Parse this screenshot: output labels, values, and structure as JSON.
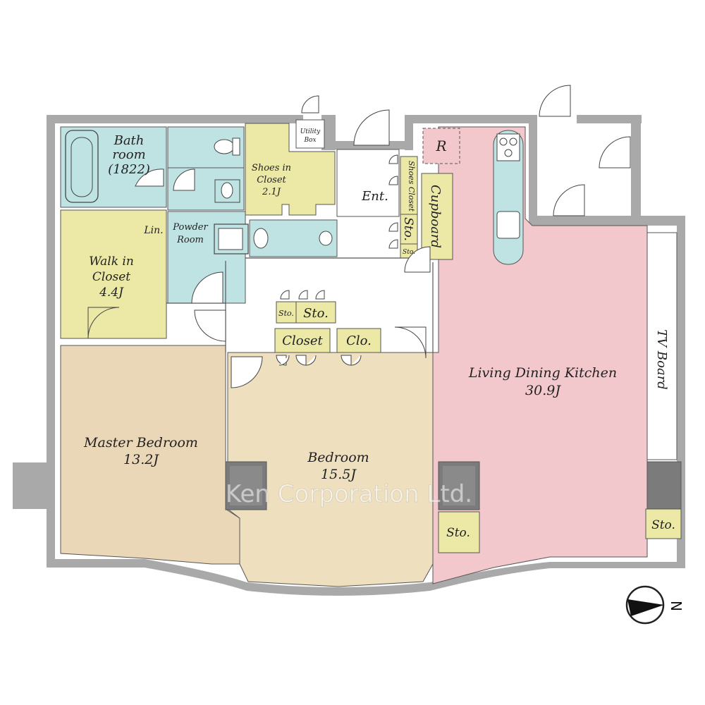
{
  "watermark": "Ken Corporation Ltd.",
  "colors": {
    "wall": "#a9a9a9",
    "wet_area": "#bfe3e3",
    "storage": "#ece9a6",
    "bedroom": "#eedfbf",
    "master_bedroom": "#e9d7b7",
    "ldk": "#f3c8cc",
    "column": "#7b7b7b"
  },
  "rooms": {
    "bathroom": {
      "line1": "Bath",
      "line2": "room",
      "line3": "(1822)"
    },
    "powder_room": {
      "line1": "Powder",
      "line2": "Room"
    },
    "linen": "Lin.",
    "walk_in_closet": {
      "line1": "Walk in",
      "line2": "Closet",
      "line3": "4.4J"
    },
    "shoes_in_closet": {
      "line1": "Shoes in",
      "line2": "Closet",
      "line3": "2.1J"
    },
    "utility_box": {
      "line1": "Utility",
      "line2": "Box"
    },
    "entrance": "Ent.",
    "shoes_closet": "Shoes Closet",
    "sto_vertical": "Sto.",
    "sto_small_entry": "Sto.",
    "cupboard": "Cupboard",
    "refrigerator": "R",
    "hall_sto_small": "Sto.",
    "hall_sto": "Sto.",
    "closet": "Closet",
    "clo": "Clo.",
    "master_bedroom": {
      "name": "Master Bedroom",
      "size": "13.2J"
    },
    "bedroom": {
      "name": "Bedroom",
      "size": "15.5J"
    },
    "ldk": {
      "name": "Living Dining Kitchen",
      "size": "30.9J"
    },
    "tv_board": "TV Board",
    "sto_bedroom": "Sto.",
    "sto_ldk": "Sto."
  },
  "compass": {
    "label": "N"
  }
}
